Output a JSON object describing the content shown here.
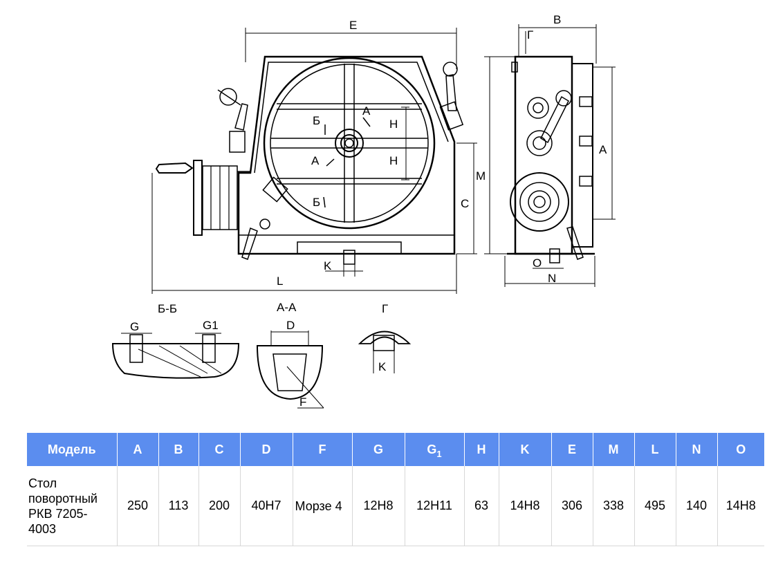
{
  "drawing": {
    "dimension_labels": {
      "E": "E",
      "B": "B",
      "G_cyr": "Г",
      "M": "M",
      "C": "C",
      "L": "L",
      "K": "K",
      "O": "O",
      "N": "N",
      "A": "A",
      "H": "H",
      "B_cyr": "Б",
      "A_section": "A"
    },
    "sections": {
      "bb_title": "Б-Б",
      "bb_g": "G",
      "bb_g1": "G1",
      "aa_title": "А-А",
      "aa_d": "D",
      "aa_f": "F",
      "g_title": "Г",
      "g_k": "K"
    }
  },
  "table": {
    "headers": [
      "Модель",
      "A",
      "B",
      "C",
      "D",
      "F",
      "G",
      "G",
      "H",
      "K",
      "E",
      "M",
      "L",
      "N",
      "O"
    ],
    "header_g1_sub": "1",
    "row": {
      "model": "Стол поворотный РКВ 7205-4003",
      "A": "250",
      "B": "113",
      "C": "200",
      "D": "40H7",
      "F": "Морзе 4",
      "G": "12H8",
      "G1": "12H11",
      "H": "63",
      "K": "14H8",
      "E": "306",
      "M": "338",
      "L": "495",
      "N": "140",
      "O": "14H8"
    }
  },
  "colors": {
    "header_bg": "#5b8def",
    "header_text": "#ffffff",
    "row_border": "#d7d7d7"
  }
}
